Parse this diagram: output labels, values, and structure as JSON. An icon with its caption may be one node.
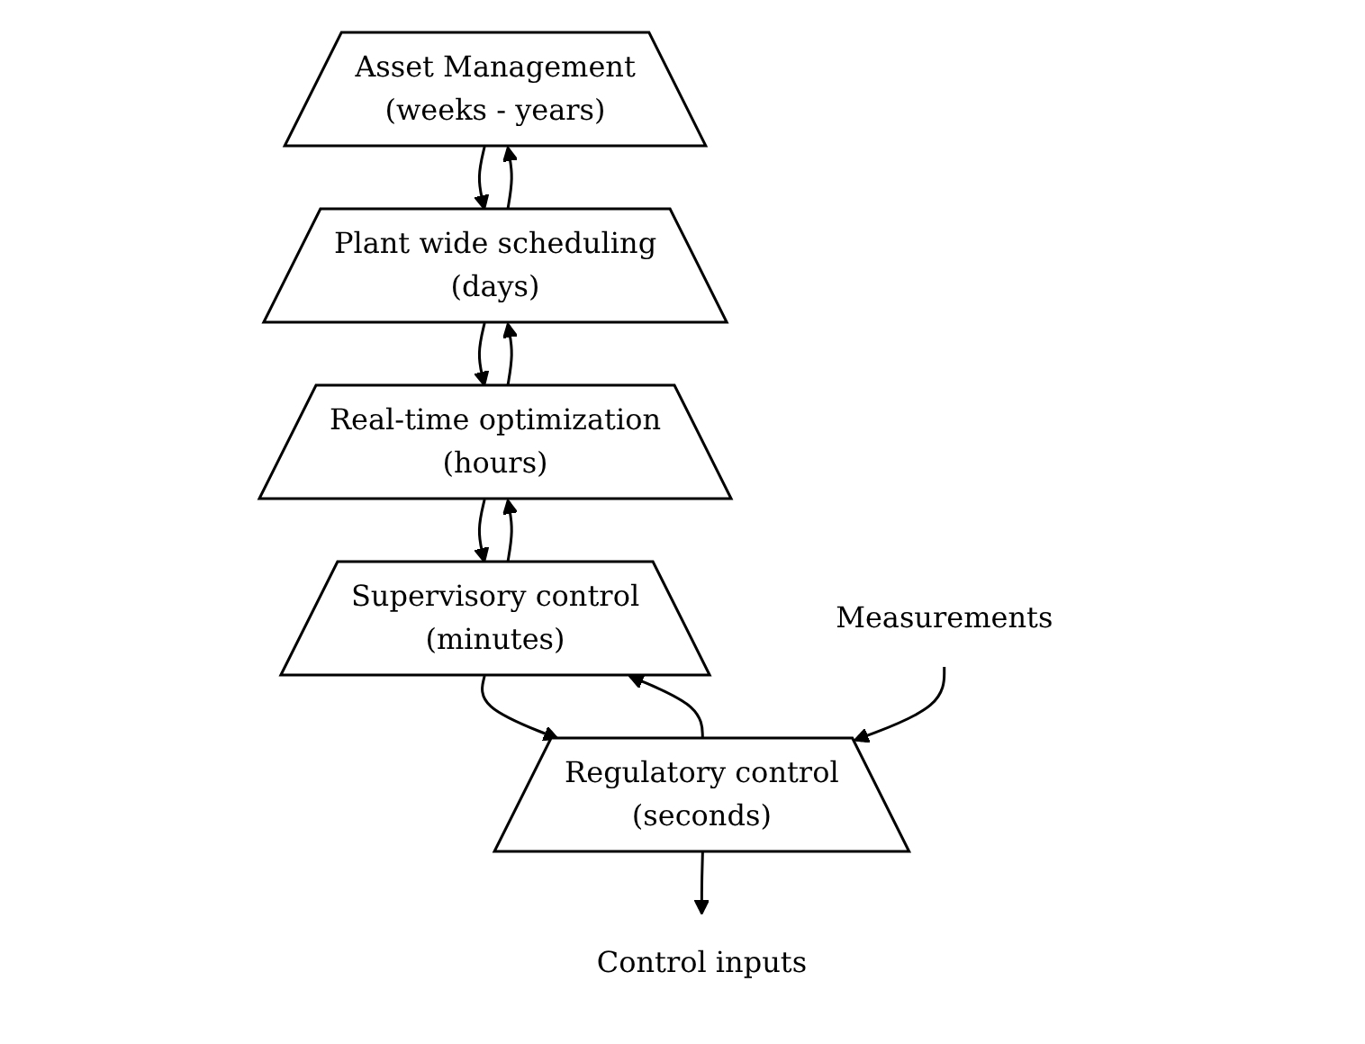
{
  "diagram": {
    "nodes": [
      {
        "text": [
          "Asset Management",
          "(weeks - years)"
        ]
      },
      {
        "text": [
          "Plant wide scheduling",
          "(days)"
        ]
      },
      {
        "text": [
          "Real-time optimization",
          "(hours)"
        ]
      },
      {
        "text": [
          "Supervisory control",
          "(minutes)"
        ]
      },
      {
        "text": [
          "Regulatory control",
          "(seconds)"
        ]
      },
      {
        "text": [
          "Measurements"
        ]
      },
      {
        "text": [
          "Control inputs"
        ]
      }
    ],
    "edges": [
      {
        "from": 1,
        "to": 0,
        "arrow": "to"
      },
      {
        "from": 0,
        "to": 1,
        "arrow": "to"
      },
      {
        "from": 2,
        "to": 1,
        "arrow": "to"
      },
      {
        "from": 1,
        "to": 2,
        "arrow": "to"
      },
      {
        "from": 3,
        "to": 2,
        "arrow": "to"
      },
      {
        "from": 2,
        "to": 3,
        "arrow": "to"
      },
      {
        "from": 4,
        "to": 3,
        "arrow": "to"
      },
      {
        "from": 3,
        "to": 4,
        "arrow": "to"
      },
      {
        "from": 5,
        "to": 4,
        "arrow": "to"
      },
      {
        "from": 4,
        "to": 6,
        "arrow": "to"
      }
    ]
  }
}
